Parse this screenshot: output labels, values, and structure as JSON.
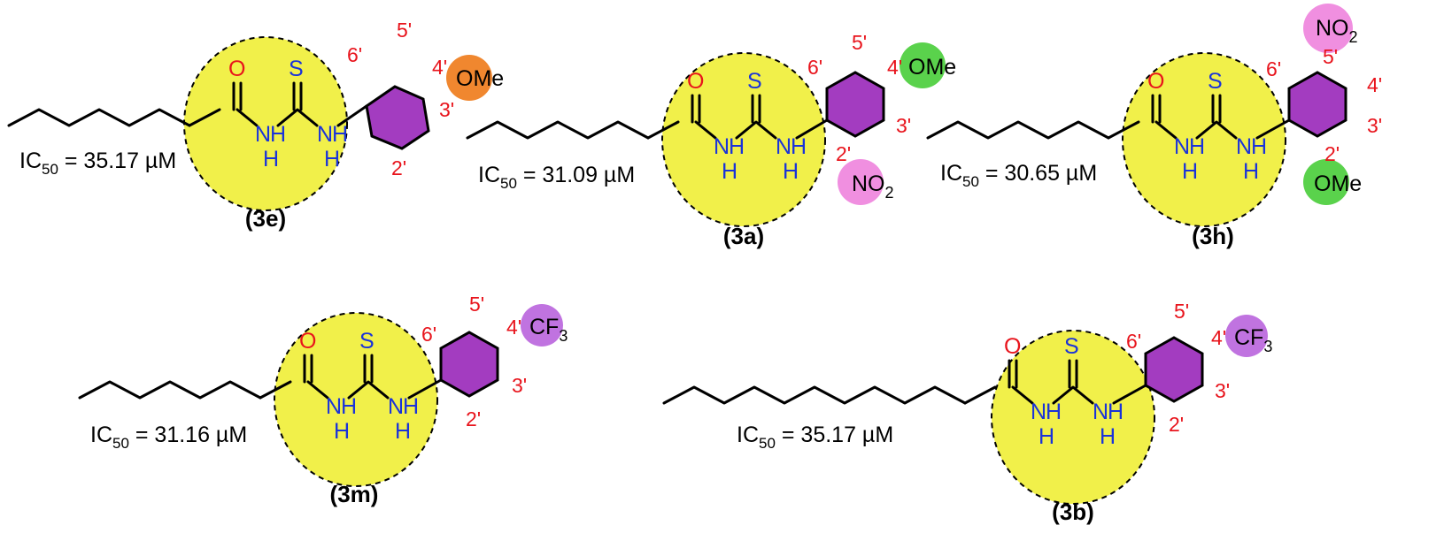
{
  "colors": {
    "highlight": "#f1f04a",
    "ring": "#a33cc0",
    "orange": "#f0872f",
    "green": "#5ad24c",
    "pink": "#f08fe0",
    "violet": "#c073e0",
    "oxygen": "#e8141c",
    "nitrogen": "#1a33d9",
    "locant": "#e8141c"
  },
  "atoms": {
    "O": "O",
    "S": "S",
    "N": "N",
    "H": "H"
  },
  "compounds": [
    {
      "label": "(3e)",
      "ic50_prefix": "IC",
      "ic50_sub": "50",
      "ic50_value": " = 35.17 µM",
      "sub4": "OMe",
      "locants": {
        "p2": "2'",
        "p3": "3'",
        "p4": "4'",
        "p5": "5'",
        "p6": "6'"
      }
    },
    {
      "label": "(3a)",
      "ic50_prefix": "IC",
      "ic50_sub": "50",
      "ic50_value": " = 31.09 µM",
      "sub4": "OMe",
      "sub2": "NO",
      "sub2_sub": "2",
      "locants": {
        "p2": "2'",
        "p3": "3'",
        "p4": "4'",
        "p5": "5'",
        "p6": "6'"
      }
    },
    {
      "label": "(3h)",
      "ic50_prefix": "IC",
      "ic50_sub": "50",
      "ic50_value": " = 30.65 µM",
      "sub5": "NO",
      "sub5_sub": "2",
      "sub2": "OMe",
      "locants": {
        "p2": "2'",
        "p3": "3'",
        "p4": "4'",
        "p5": "5'",
        "p6": "6'"
      }
    },
    {
      "label": "(3m)",
      "ic50_prefix": "IC",
      "ic50_sub": "50",
      "ic50_value": " = 31.16 µM",
      "sub4": "CF",
      "sub4_sub": "3",
      "locants": {
        "p2": "2'",
        "p3": "3'",
        "p4": "4'",
        "p5": "5'",
        "p6": "6'"
      }
    },
    {
      "label": "(3b)",
      "ic50_prefix": "IC",
      "ic50_sub": "50",
      "ic50_value": " = 35.17 µM",
      "sub4": "CF",
      "sub4_sub": "3",
      "locants": {
        "p2": "2'",
        "p3": "3'",
        "p4": "4'",
        "p5": "5'",
        "p6": "6'"
      }
    }
  ]
}
